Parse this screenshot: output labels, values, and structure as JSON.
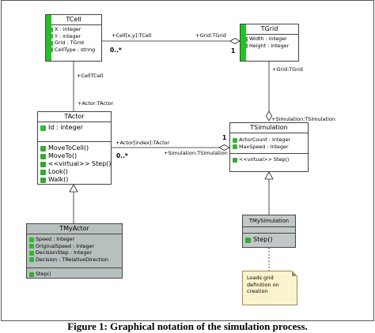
{
  "classes": {
    "tcell": {
      "name": "TCell",
      "attributes": [
        "X : integer",
        "Y : integer",
        "Grid : TGrid",
        "CellType : string"
      ]
    },
    "tgrid": {
      "name": "TGrid",
      "attributes": [
        "Width : integer",
        "Height : integer"
      ]
    },
    "tactor": {
      "name": "TActor",
      "attributes": [
        "Id : integer"
      ],
      "methods": [
        "MoveToCell()",
        "MoveTo()",
        "<<virtual>> Step()",
        "Look()",
        "Walk()"
      ]
    },
    "tsimulation": {
      "name": "TSimulation",
      "attributes": [
        "ActorCount : Integer",
        "MaxSpeed : Integer"
      ],
      "methods": [
        "<<virtual>> Step()"
      ]
    },
    "tmyactor": {
      "name": "TMyActor",
      "attributes": [
        "Speed : Integer",
        "OriginalSpeed : Integer",
        "DecisionStep : Integer",
        "Decision : TRelativeDirection"
      ],
      "methods": [
        "Step()"
      ]
    },
    "tmysimulation": {
      "name": "TMySimulation",
      "methods": [
        "Step()"
      ]
    }
  },
  "associations": {
    "cell_grid": {
      "role_cell": "+Cell[x,y]:TCell",
      "role_grid": "+Grid:TGrid",
      "mult_many": "0..*",
      "mult_one": "1"
    },
    "cell_actor": {
      "role_cell": "+CellTCell",
      "role_actor": "+Actor:TActor"
    },
    "grid_sim": {
      "role_grid": "+Grid:TGrid",
      "role_sim": "+Simulation:TSimulation"
    },
    "actor_sim": {
      "role_actor": "+Actor[index]:TActor",
      "role_sim": "+Simulation:TSimulation",
      "mult_one": "1",
      "mult_many": "0..*"
    }
  },
  "note": {
    "lines": [
      "Loads grid",
      "definition on",
      "creation"
    ]
  },
  "caption": "Figure 1: Graphical notation of the simulation process."
}
